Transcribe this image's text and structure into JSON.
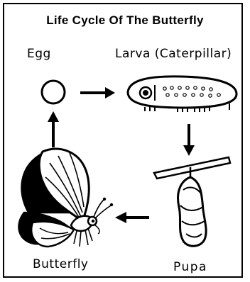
{
  "title": "Life Cycle Of The Butterfly",
  "stages": {
    "egg": "Egg",
    "larva": "Larva (Caterpillar)",
    "pupa": "Pupa",
    "butterfly": "Butterfly"
  },
  "colors": {
    "ink": "#000000",
    "background": "#ffffff"
  }
}
